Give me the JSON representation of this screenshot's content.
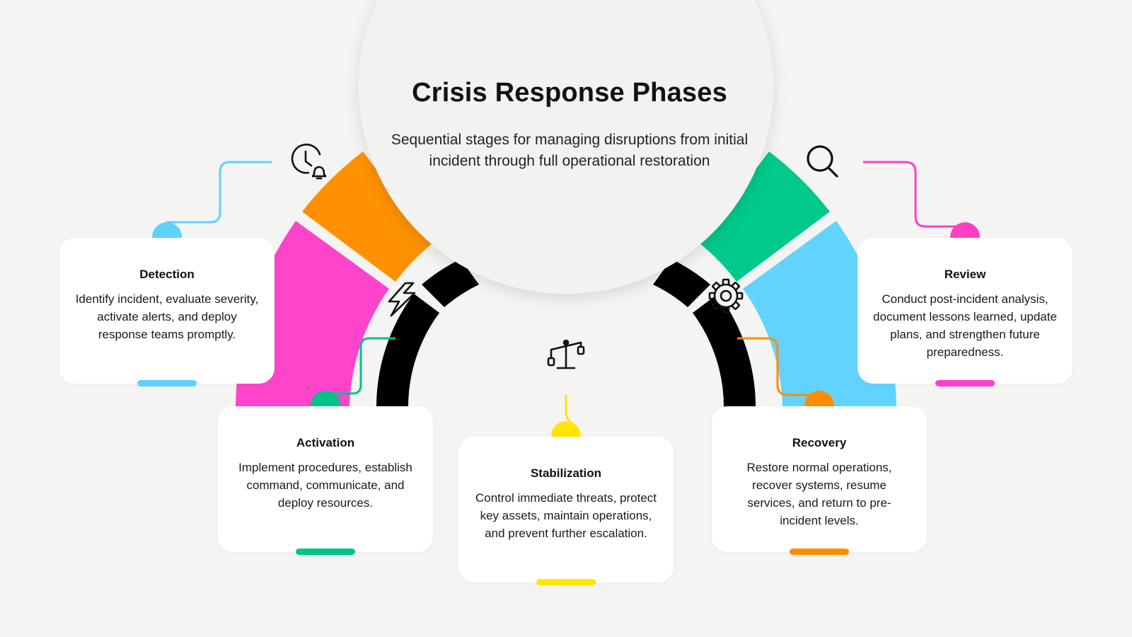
{
  "title": "Crisis Response Phases",
  "subtitle": "Sequential stages for managing disruptions from initial incident through full operational restoration",
  "colors": {
    "background": "#f4f4f2",
    "ring_inner": "#000000",
    "hub": "#f2f2f0"
  },
  "phases": [
    {
      "id": "detection",
      "title": "Detection",
      "description": "Identify incident, evaluate severity, activate alerts, and deploy response teams promptly.",
      "color": "#5fd0ff",
      "icon": "clock-bell-icon"
    },
    {
      "id": "activation",
      "title": "Activation",
      "description": "Implement procedures, establish command, communicate, and deploy resources.",
      "color": "#00c389",
      "icon": "lightning-bolt-icon"
    },
    {
      "id": "stabilization",
      "title": "Stabilization",
      "description": "Control immediate threats, protect key assets, maintain operations, and prevent further escalation.",
      "color": "#ffe500",
      "icon": "balance-scale-icon"
    },
    {
      "id": "recovery",
      "title": "Recovery",
      "description": "Restore normal operations, recover systems, resume services, and return to pre-incident levels.",
      "color": "#ff8c00",
      "icon": "gear-icon"
    },
    {
      "id": "review",
      "title": "Review",
      "description": "Conduct post-incident analysis, document lessons learned, update plans, and strengthen future preparedness.",
      "color": "#ff3fc8",
      "icon": "magnifier-icon"
    }
  ],
  "segments": [
    {
      "name": "segment-orange",
      "color": "#ff9100"
    },
    {
      "name": "segment-pink",
      "color": "#ff44cc"
    },
    {
      "name": "segment-green",
      "color": "#00c98b"
    },
    {
      "name": "segment-blue",
      "color": "#62d3ff"
    }
  ]
}
